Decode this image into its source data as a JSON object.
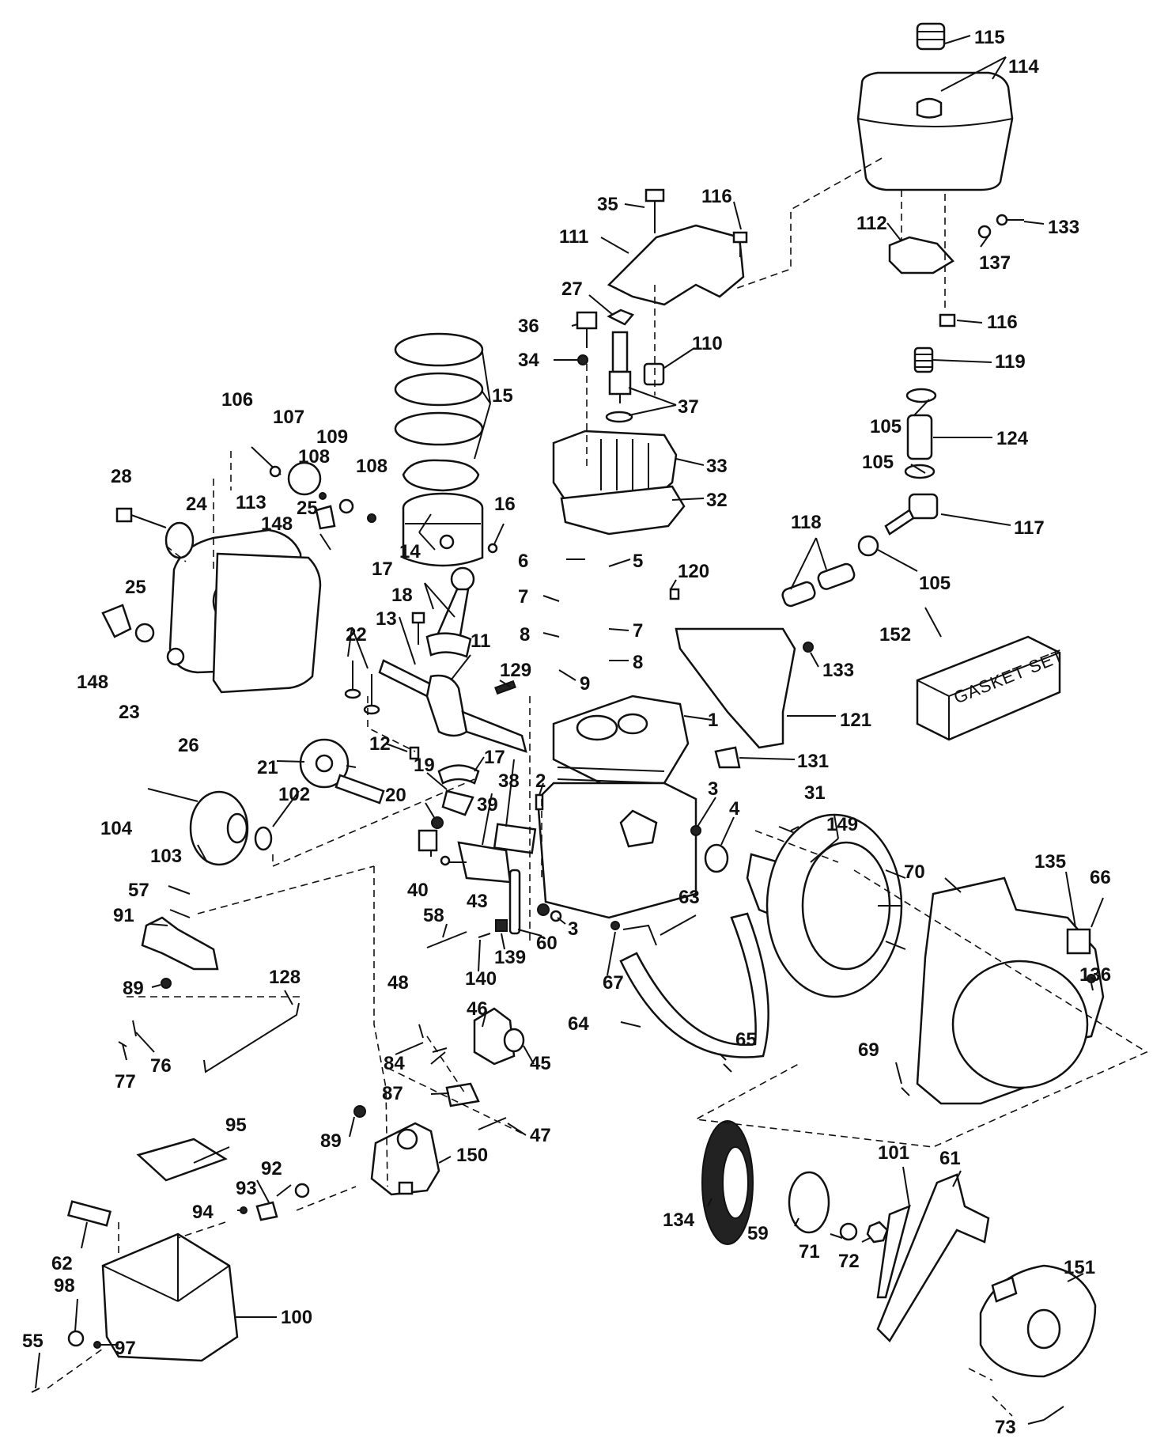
{
  "callouts": [
    "1",
    "2",
    "3",
    "3",
    "4",
    "5",
    "6",
    "7",
    "7",
    "8",
    "8",
    "9",
    "11",
    "12",
    "13",
    "14",
    "15",
    "16",
    "17",
    "17",
    "18",
    "19",
    "20",
    "21",
    "22",
    "23",
    "24",
    "25",
    "25",
    "26",
    "27",
    "28",
    "31",
    "32",
    "33",
    "34",
    "35",
    "36",
    "37",
    "38",
    "39",
    "40",
    "43",
    "45",
    "46",
    "47",
    "48",
    "55",
    "57",
    "58",
    "59",
    "60",
    "61",
    "62",
    "63",
    "64",
    "65",
    "66",
    "67",
    "69",
    "70",
    "71",
    "72",
    "73",
    "76",
    "77",
    "84",
    "87",
    "89",
    "89",
    "91",
    "92",
    "93",
    "94",
    "95",
    "97",
    "98",
    "100",
    "101",
    "102",
    "103",
    "104",
    "105",
    "105",
    "105",
    "106",
    "107",
    "108",
    "108",
    "109",
    "110",
    "111",
    "112",
    "113",
    "114",
    "115",
    "116",
    "116",
    "117",
    "118",
    "119",
    "120",
    "121",
    "124",
    "128",
    "129",
    "131",
    "133",
    "133",
    "134",
    "135",
    "136",
    "137",
    "139",
    "140",
    "148",
    "148",
    "149",
    "150",
    "151",
    "152"
  ],
  "gasket_set_label": "GASKET SET"
}
